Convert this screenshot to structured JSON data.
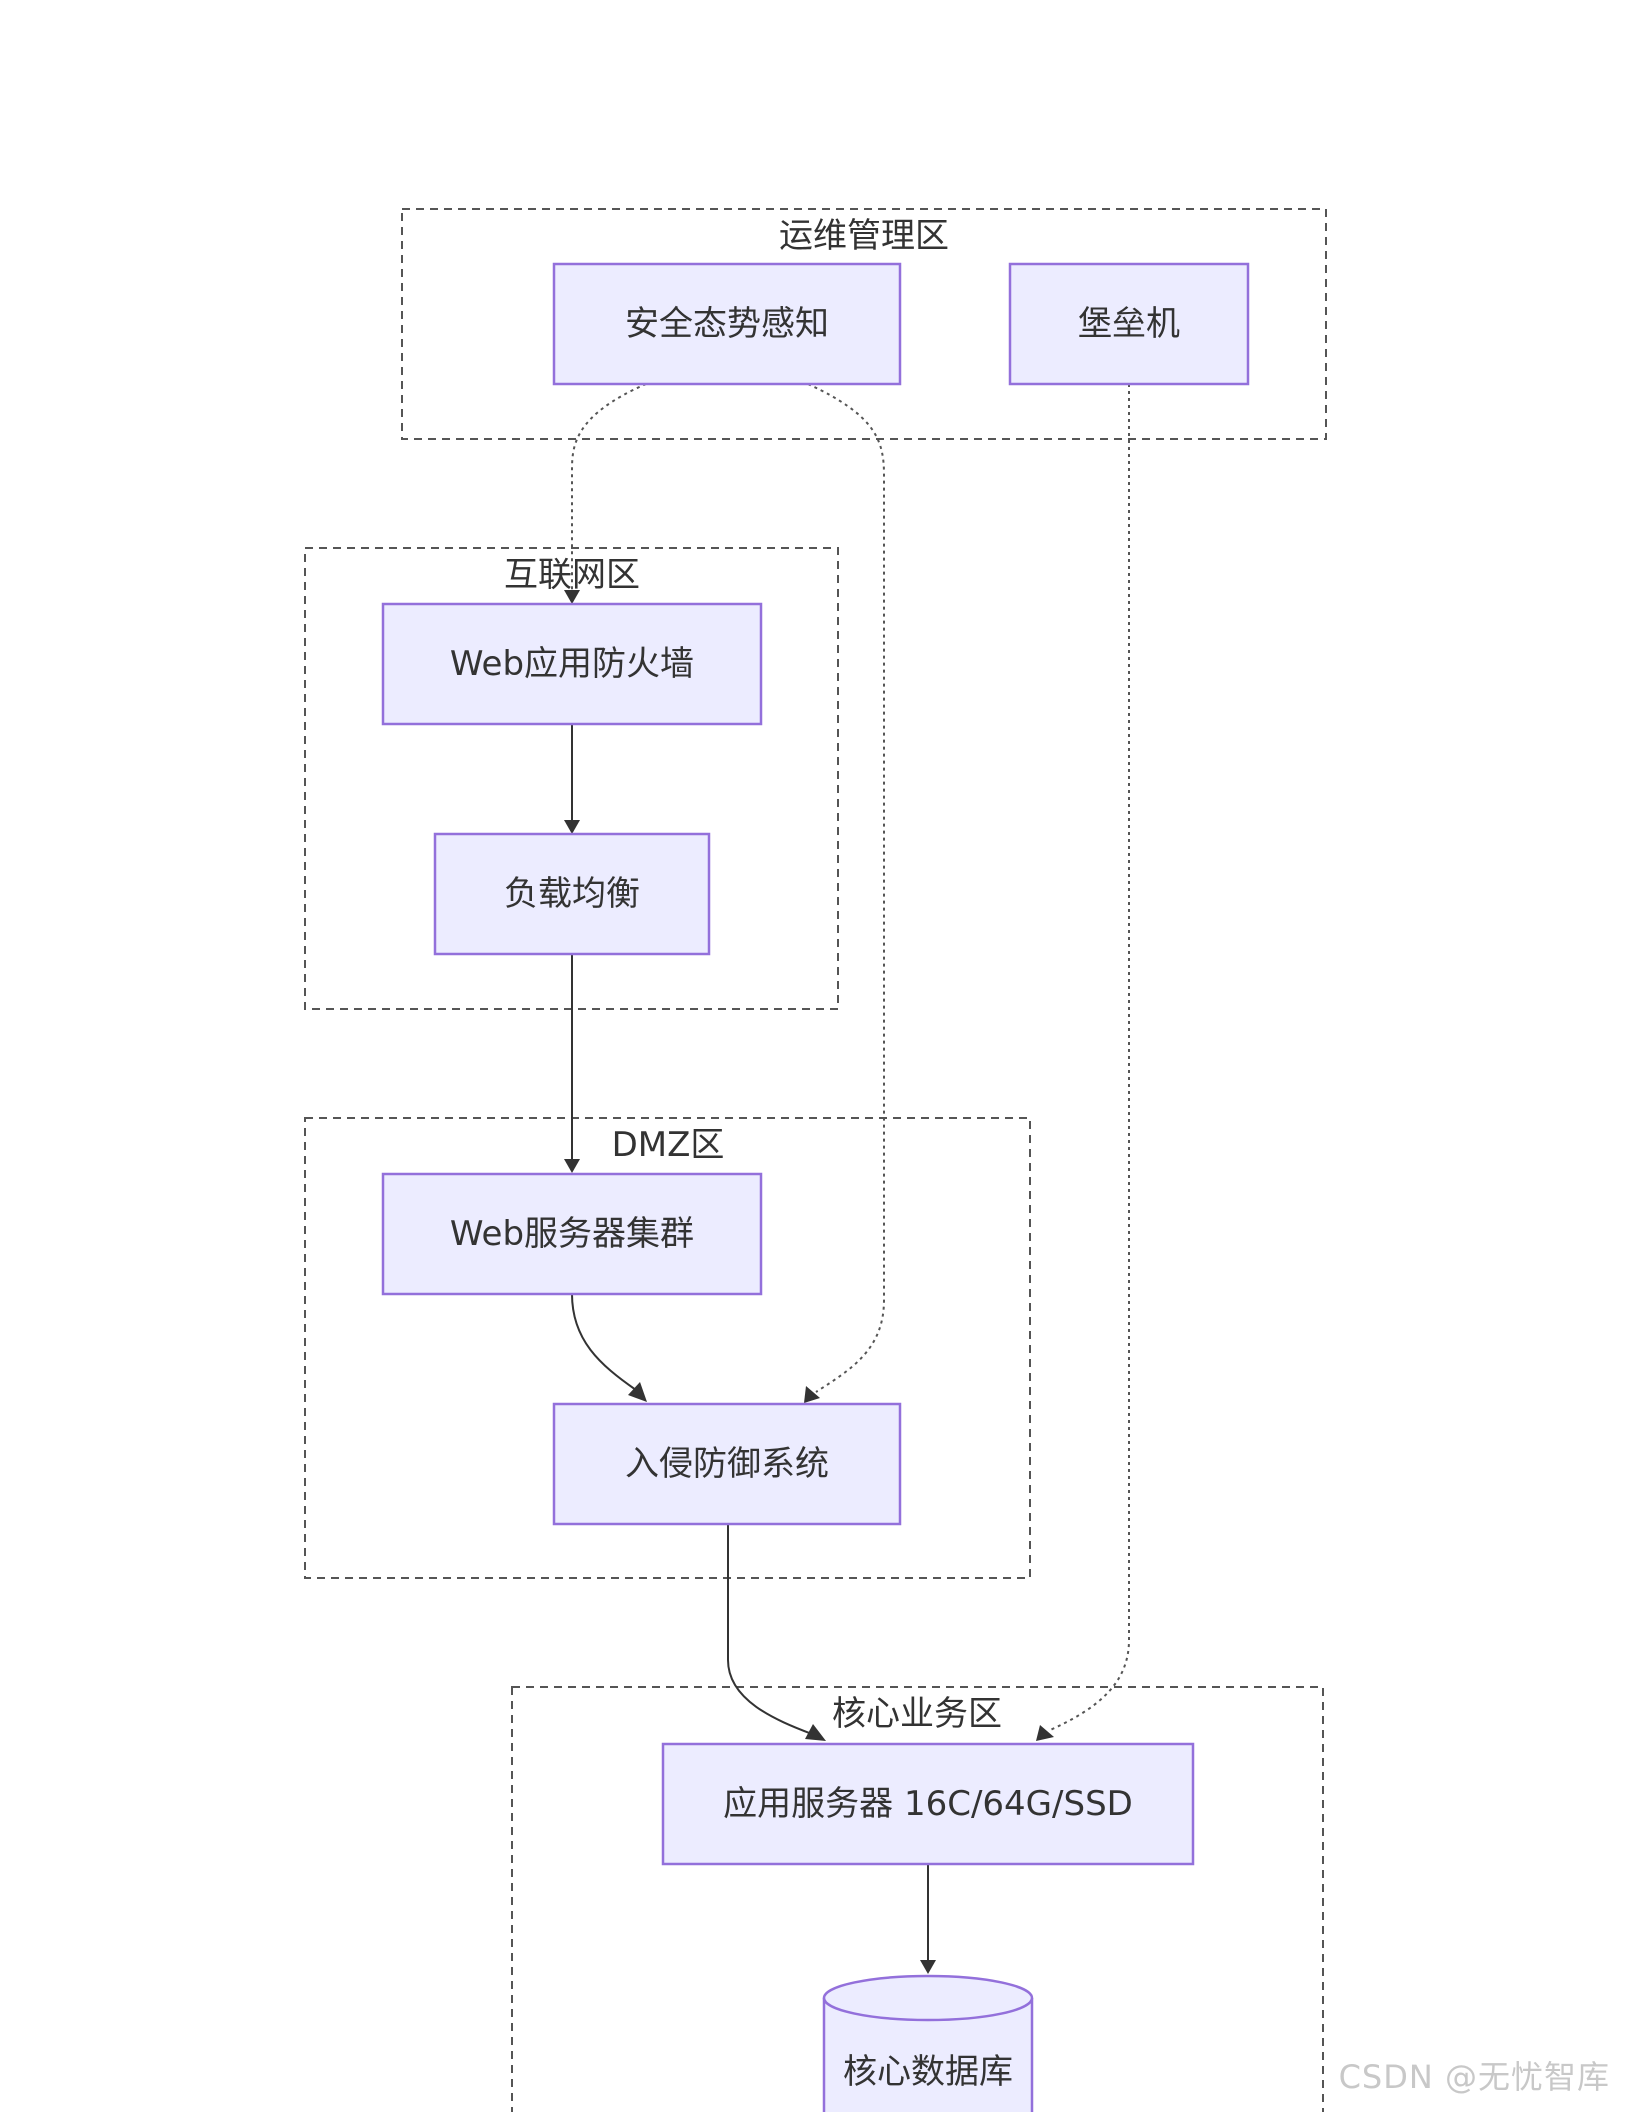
{
  "zones": {
    "ops": "运维管理区",
    "internet": "互联网区",
    "dmz": "DMZ区",
    "core": "核心业务区"
  },
  "nodes": {
    "situational_awareness": "安全态势感知",
    "bastion_host": "堡垒机",
    "waf": "Web应用防火墙",
    "load_balancer": "负载均衡",
    "web_cluster": "Web服务器集群",
    "ips": "入侵防御系统",
    "app_server": "应用服务器 16C/64G/SSD",
    "core_db": "核心数据库"
  },
  "edges": [
    {
      "from": "situational_awareness",
      "to": "waf",
      "style": "dotted"
    },
    {
      "from": "situational_awareness",
      "to": "ips",
      "style": "dotted"
    },
    {
      "from": "bastion_host",
      "to": "app_server",
      "style": "dotted"
    },
    {
      "from": "waf",
      "to": "load_balancer",
      "style": "solid"
    },
    {
      "from": "load_balancer",
      "to": "web_cluster",
      "style": "solid"
    },
    {
      "from": "web_cluster",
      "to": "ips",
      "style": "solid"
    },
    {
      "from": "ips",
      "to": "app_server",
      "style": "solid"
    },
    {
      "from": "app_server",
      "to": "core_db",
      "style": "solid"
    }
  ],
  "colors": {
    "node_fill": "#ECECFF",
    "node_stroke": "#9370DB",
    "edge": "#333333"
  },
  "watermark": "CSDN @无忧智库"
}
